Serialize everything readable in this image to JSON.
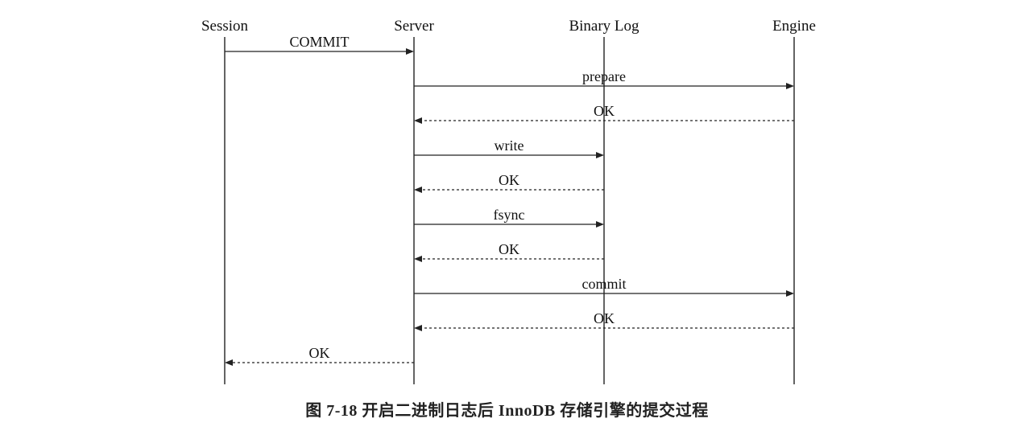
{
  "participants": [
    {
      "id": "session",
      "label": "Session"
    },
    {
      "id": "server",
      "label": "Server"
    },
    {
      "id": "binlog",
      "label": "Binary Log"
    },
    {
      "id": "engine",
      "label": "Engine"
    }
  ],
  "messages": [
    {
      "from": "session",
      "to": "server",
      "label": "COMMIT",
      "style": "solid"
    },
    {
      "from": "server",
      "to": "engine",
      "label": "prepare",
      "style": "solid"
    },
    {
      "from": "engine",
      "to": "server",
      "label": "OK",
      "style": "dashed"
    },
    {
      "from": "server",
      "to": "binlog",
      "label": "write",
      "style": "solid"
    },
    {
      "from": "binlog",
      "to": "server",
      "label": "OK",
      "style": "dashed"
    },
    {
      "from": "server",
      "to": "binlog",
      "label": "fsync",
      "style": "solid"
    },
    {
      "from": "binlog",
      "to": "server",
      "label": "OK",
      "style": "dashed"
    },
    {
      "from": "server",
      "to": "engine",
      "label": "commit",
      "style": "solid"
    },
    {
      "from": "engine",
      "to": "server",
      "label": "OK",
      "style": "dashed"
    },
    {
      "from": "server",
      "to": "session",
      "label": "OK",
      "style": "dashed"
    }
  ],
  "caption": "图 7-18    开启二进制日志后 InnoDB 存储引擎的提交过程"
}
